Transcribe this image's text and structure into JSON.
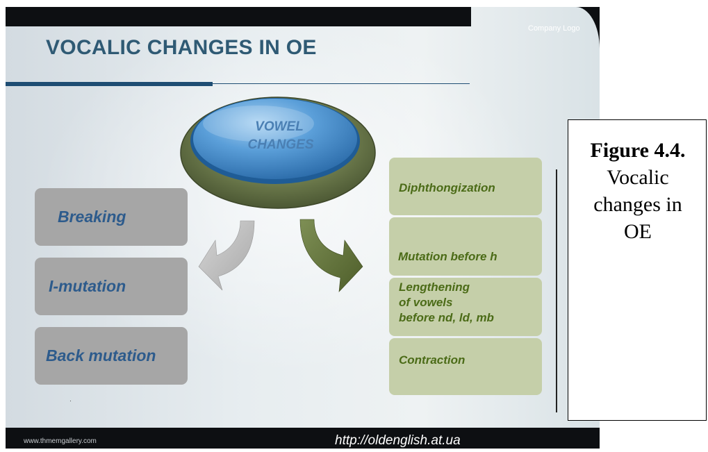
{
  "slide": {
    "title": "VOCALIC CHANGES IN OE",
    "logo": "Company Logo",
    "footer_site": "www.thmemgallery.com",
    "footer_url": "http://oldenglish.at.ua"
  },
  "hub": {
    "line1": "VOWEL",
    "line2": "CHANGES"
  },
  "left_items": [
    "Breaking",
    "I-mutation",
    "Back mutation"
  ],
  "right_items": {
    "diphthongization": "Diphthongization",
    "mutation_before_h": "Mutation before h",
    "lengthening_1": "Lengthening",
    "lengthening_2": "of vowels",
    "lengthening_3": "before  nd, ld, mb",
    "contraction": "Contraction"
  },
  "caption": {
    "label": "Figure 4.4.",
    "line1": "Vocalic",
    "line2": "changes in",
    "line3": "OE"
  },
  "colors": {
    "title": "#2f5a74",
    "left_box": "#a6a6a6",
    "left_text": "#2d5b8c",
    "right_box": "#c5cfa9",
    "right_text": "#4b6b17",
    "hub_blue": "#4f95d4",
    "hub_ring": "#6f7d4e",
    "left_arrow": "#b8b8b8",
    "right_arrow": "#62753a"
  }
}
